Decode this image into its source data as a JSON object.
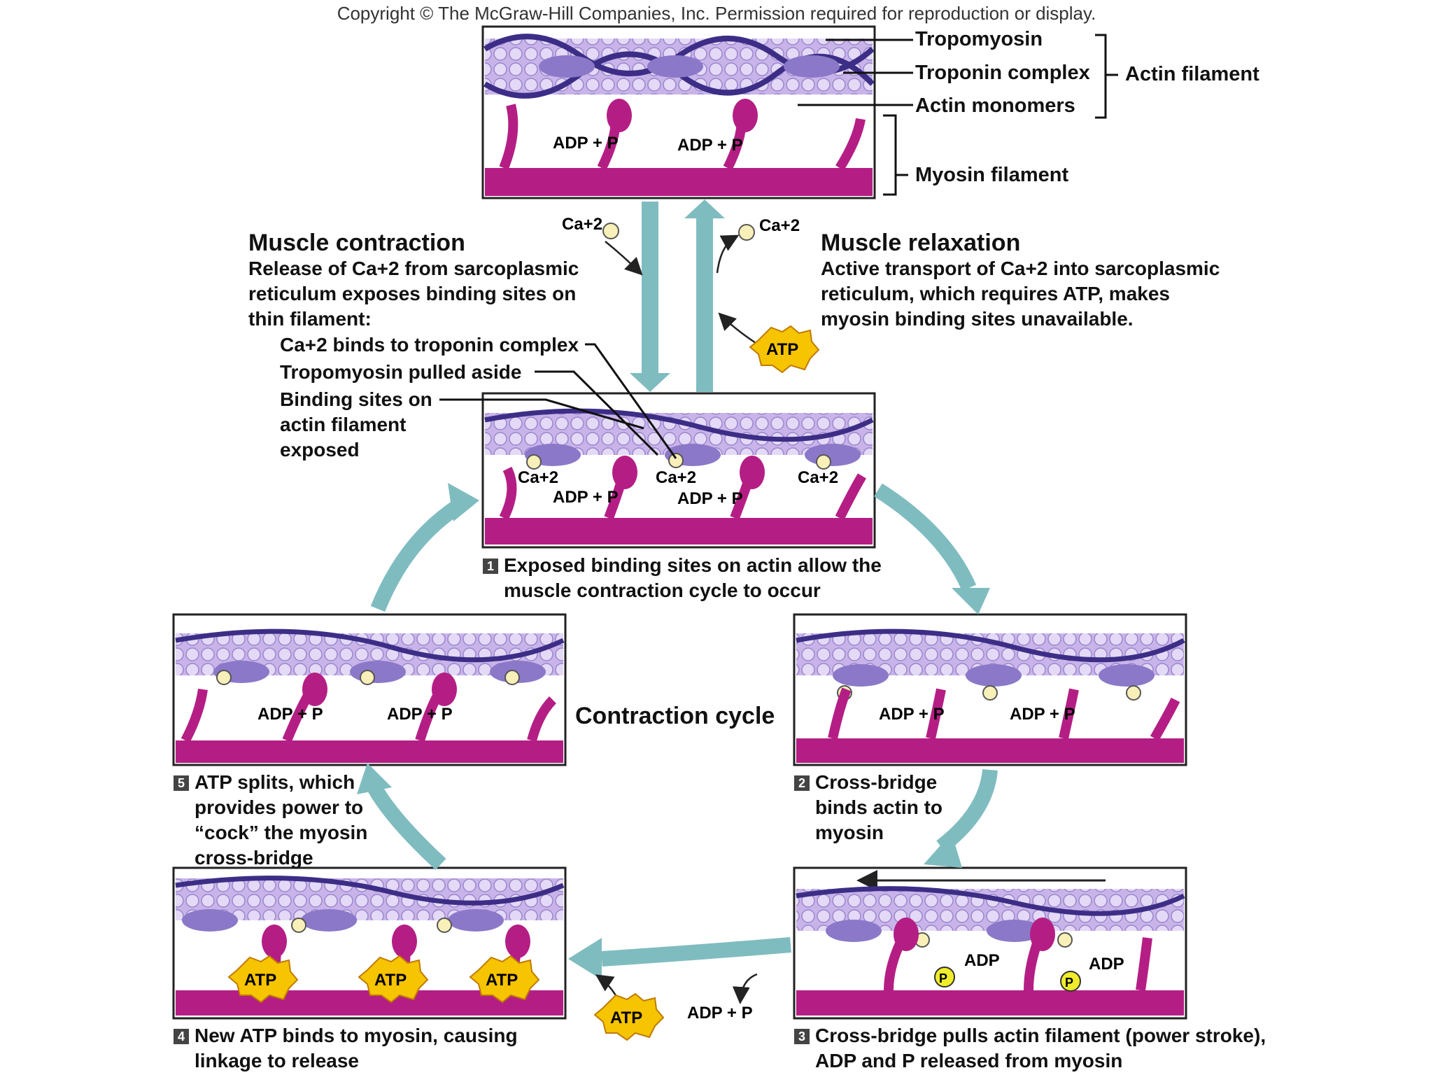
{
  "copyright": "Copyright © The McGraw-Hill Companies, Inc. Permission required for reproduction or display.",
  "top_labels": {
    "tropomyosin": "Tropomyosin",
    "troponin": "Troponin complex",
    "actin_monomers": "Actin monomers",
    "actin_filament": "Actin filament",
    "myosin_filament": "Myosin filament"
  },
  "contraction": {
    "title": "Muscle contraction",
    "desc": [
      "Release of Ca+2 from sarcoplasmic",
      "reticulum exposes binding sites on",
      "thin filament:"
    ],
    "points": [
      "Ca+2 binds to troponin complex",
      "Tropomyosin pulled aside",
      "Binding sites on",
      "actin filament",
      "exposed"
    ]
  },
  "relaxation": {
    "title": "Muscle relaxation",
    "desc": [
      "Active transport of Ca+2 into sarcoplasmic",
      "reticulum, which requires ATP, makes",
      "myosin binding sites unavailable."
    ]
  },
  "molecules": {
    "ca": "Ca+2",
    "atp": "ATP",
    "adp": "ADP",
    "p": "P",
    "adp_p": "ADP + P"
  },
  "cycle_title": "Contraction cycle",
  "steps": {
    "s1": {
      "num": "1",
      "lines": [
        "Exposed binding sites on actin allow the",
        "muscle contraction cycle to occur"
      ]
    },
    "s2": {
      "num": "2",
      "lines": [
        "Cross-bridge",
        "binds actin to",
        "myosin"
      ]
    },
    "s3": {
      "num": "3",
      "lines": [
        "Cross-bridge pulls actin filament (power stroke),",
        "ADP and P released from myosin"
      ]
    },
    "s4": {
      "num": "4",
      "lines": [
        "New ATP binds to myosin, causing",
        "linkage to release"
      ]
    },
    "s5": {
      "num": "5",
      "lines": [
        "ATP splits, which",
        "provides power to",
        "“cock” the myosin",
        "cross-bridge"
      ]
    }
  },
  "colors": {
    "arrow": "#7fbcc0",
    "actin": "#cbb6ea",
    "tropo": "#3c2e86",
    "troponin": "#8b78c8",
    "myosin": "#b41e84",
    "ca": "#f8f0b8",
    "atp": "#f6c400",
    "p": "#f0ec2a"
  }
}
